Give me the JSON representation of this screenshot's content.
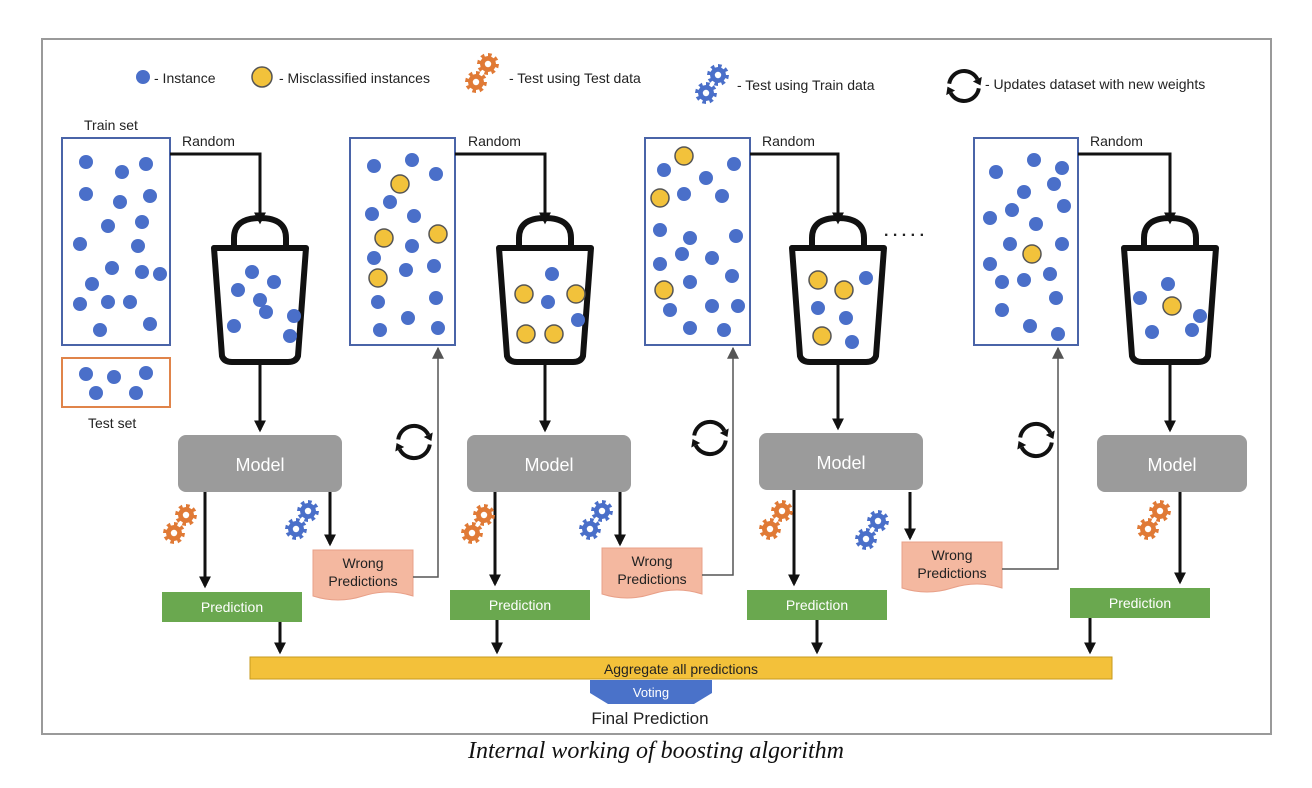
{
  "legend": {
    "instance": "- Instance",
    "misclassified": "- Misclassified instances",
    "test_test": "- Test using Test data",
    "test_train": "- Test using Train data",
    "updates": "- Updates dataset with new weights"
  },
  "labels": {
    "train_set": "Train set",
    "test_set": "Test set",
    "random": "Random",
    "model": "Model",
    "wrong_line1": "Wrong",
    "wrong_line2": "Predictions",
    "prediction": "Prediction",
    "aggregate": "Aggregate all predictions",
    "voting": "Voting",
    "final": "Final Prediction",
    "ellipsis": ". . . . ."
  },
  "caption": "Internal working of boosting algorithm",
  "colors": {
    "instance": "#4a6fc9",
    "misclassified": "#f2c23b",
    "gear_test": "#e07a36",
    "gear_train": "#4a6fc9",
    "model_box": "#9b9b9b",
    "prediction_box": "#6aa84f",
    "wrong_box": "#f4b8a0",
    "aggregate_bar": "#f3c13a",
    "voting": "#4a72c9",
    "dataset_border": "#4a64a8",
    "test_border": "#e0844a"
  }
}
